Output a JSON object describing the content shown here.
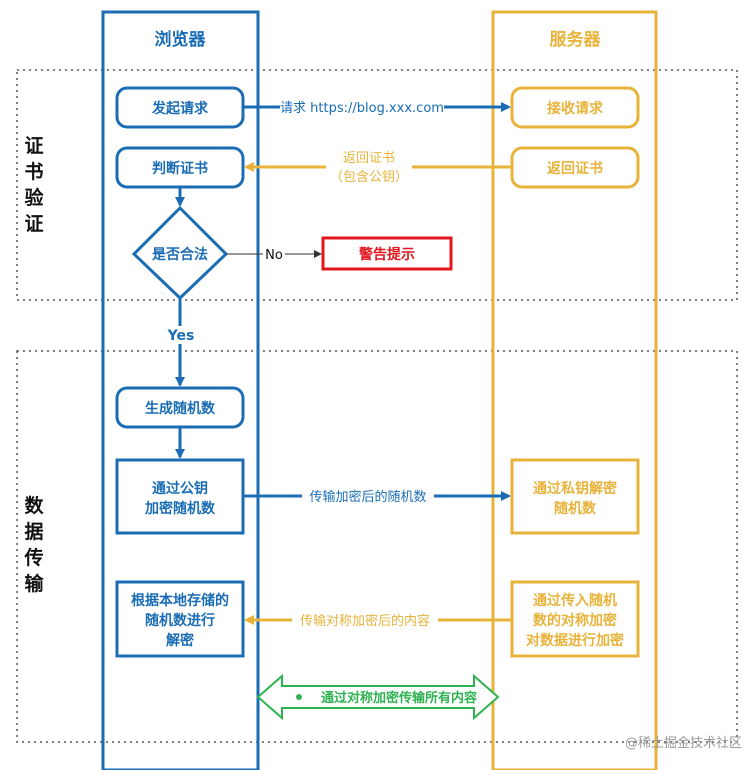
{
  "lanes": {
    "browser": "浏览器",
    "server": "服务器"
  },
  "sections": {
    "cert": [
      "证",
      "书",
      "验",
      "证"
    ],
    "data": [
      "数",
      "据",
      "传",
      "输"
    ]
  },
  "browser_nodes": {
    "send_request": "发起请求",
    "judge_cert": "判断证书",
    "is_valid": "是否合法",
    "gen_random": "生成随机数",
    "encrypt_1": "通过公钥",
    "encrypt_2": "加密随机数",
    "decrypt_1": "根据本地存储的",
    "decrypt_2": "随机数进行",
    "decrypt_3": "解密"
  },
  "server_nodes": {
    "receive": "接收请求",
    "return_cert": "返回证书",
    "priv_1": "通过私钥解密",
    "priv_2": "随机数",
    "sym_1": "通过传入随机",
    "sym_2": "数的对称加密",
    "sym_3": "对数据进行加密"
  },
  "warning": "警告提示",
  "edges": {
    "request": "请求 https://blog.xxx.com",
    "return_cert_1": "返回证书",
    "return_cert_2": "（包含公钥）",
    "no": "No",
    "yes": "Yes",
    "send_encrypted": "传输加密后的随机数",
    "send_sym": "传输对称加密后的内容",
    "all_sym": "通过对称加密传输所有内容"
  },
  "watermark": "@稀土掘金技术社区",
  "colors": {
    "browser": "#1a6db5",
    "server": "#e8b33a",
    "warning": "#e0171f",
    "green": "#2fb352",
    "dotted": "#555555"
  }
}
